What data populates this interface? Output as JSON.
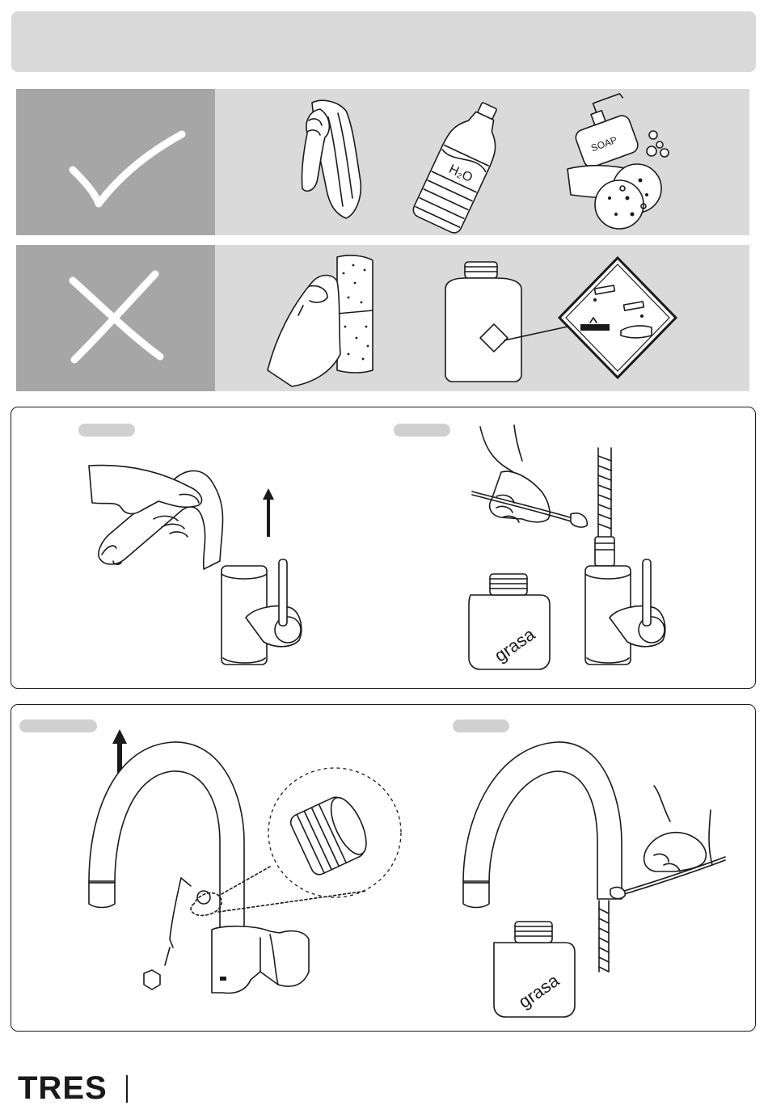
{
  "steps": {
    "step2": {
      "jar_label": "grasa"
    },
    "step4": {
      "jar_label": "grasa"
    }
  },
  "icons": {
    "do_row": [
      "checkmark-icon",
      "cloth-icon",
      "water-bottle-icon",
      "soap-icon"
    ],
    "dont_row": [
      "cross-icon",
      "sponge-icon",
      "chemical-bottle-icon",
      "corrosive-hazard-icon"
    ]
  },
  "soap_label": "SOAP",
  "water_label": "H2O",
  "brand": {
    "name": "TRES"
  },
  "colors": {
    "header": "#d9d9d9",
    "symbol_block": "#a6a6a6",
    "panel": "#dadada",
    "line": "#1a1a1a"
  }
}
